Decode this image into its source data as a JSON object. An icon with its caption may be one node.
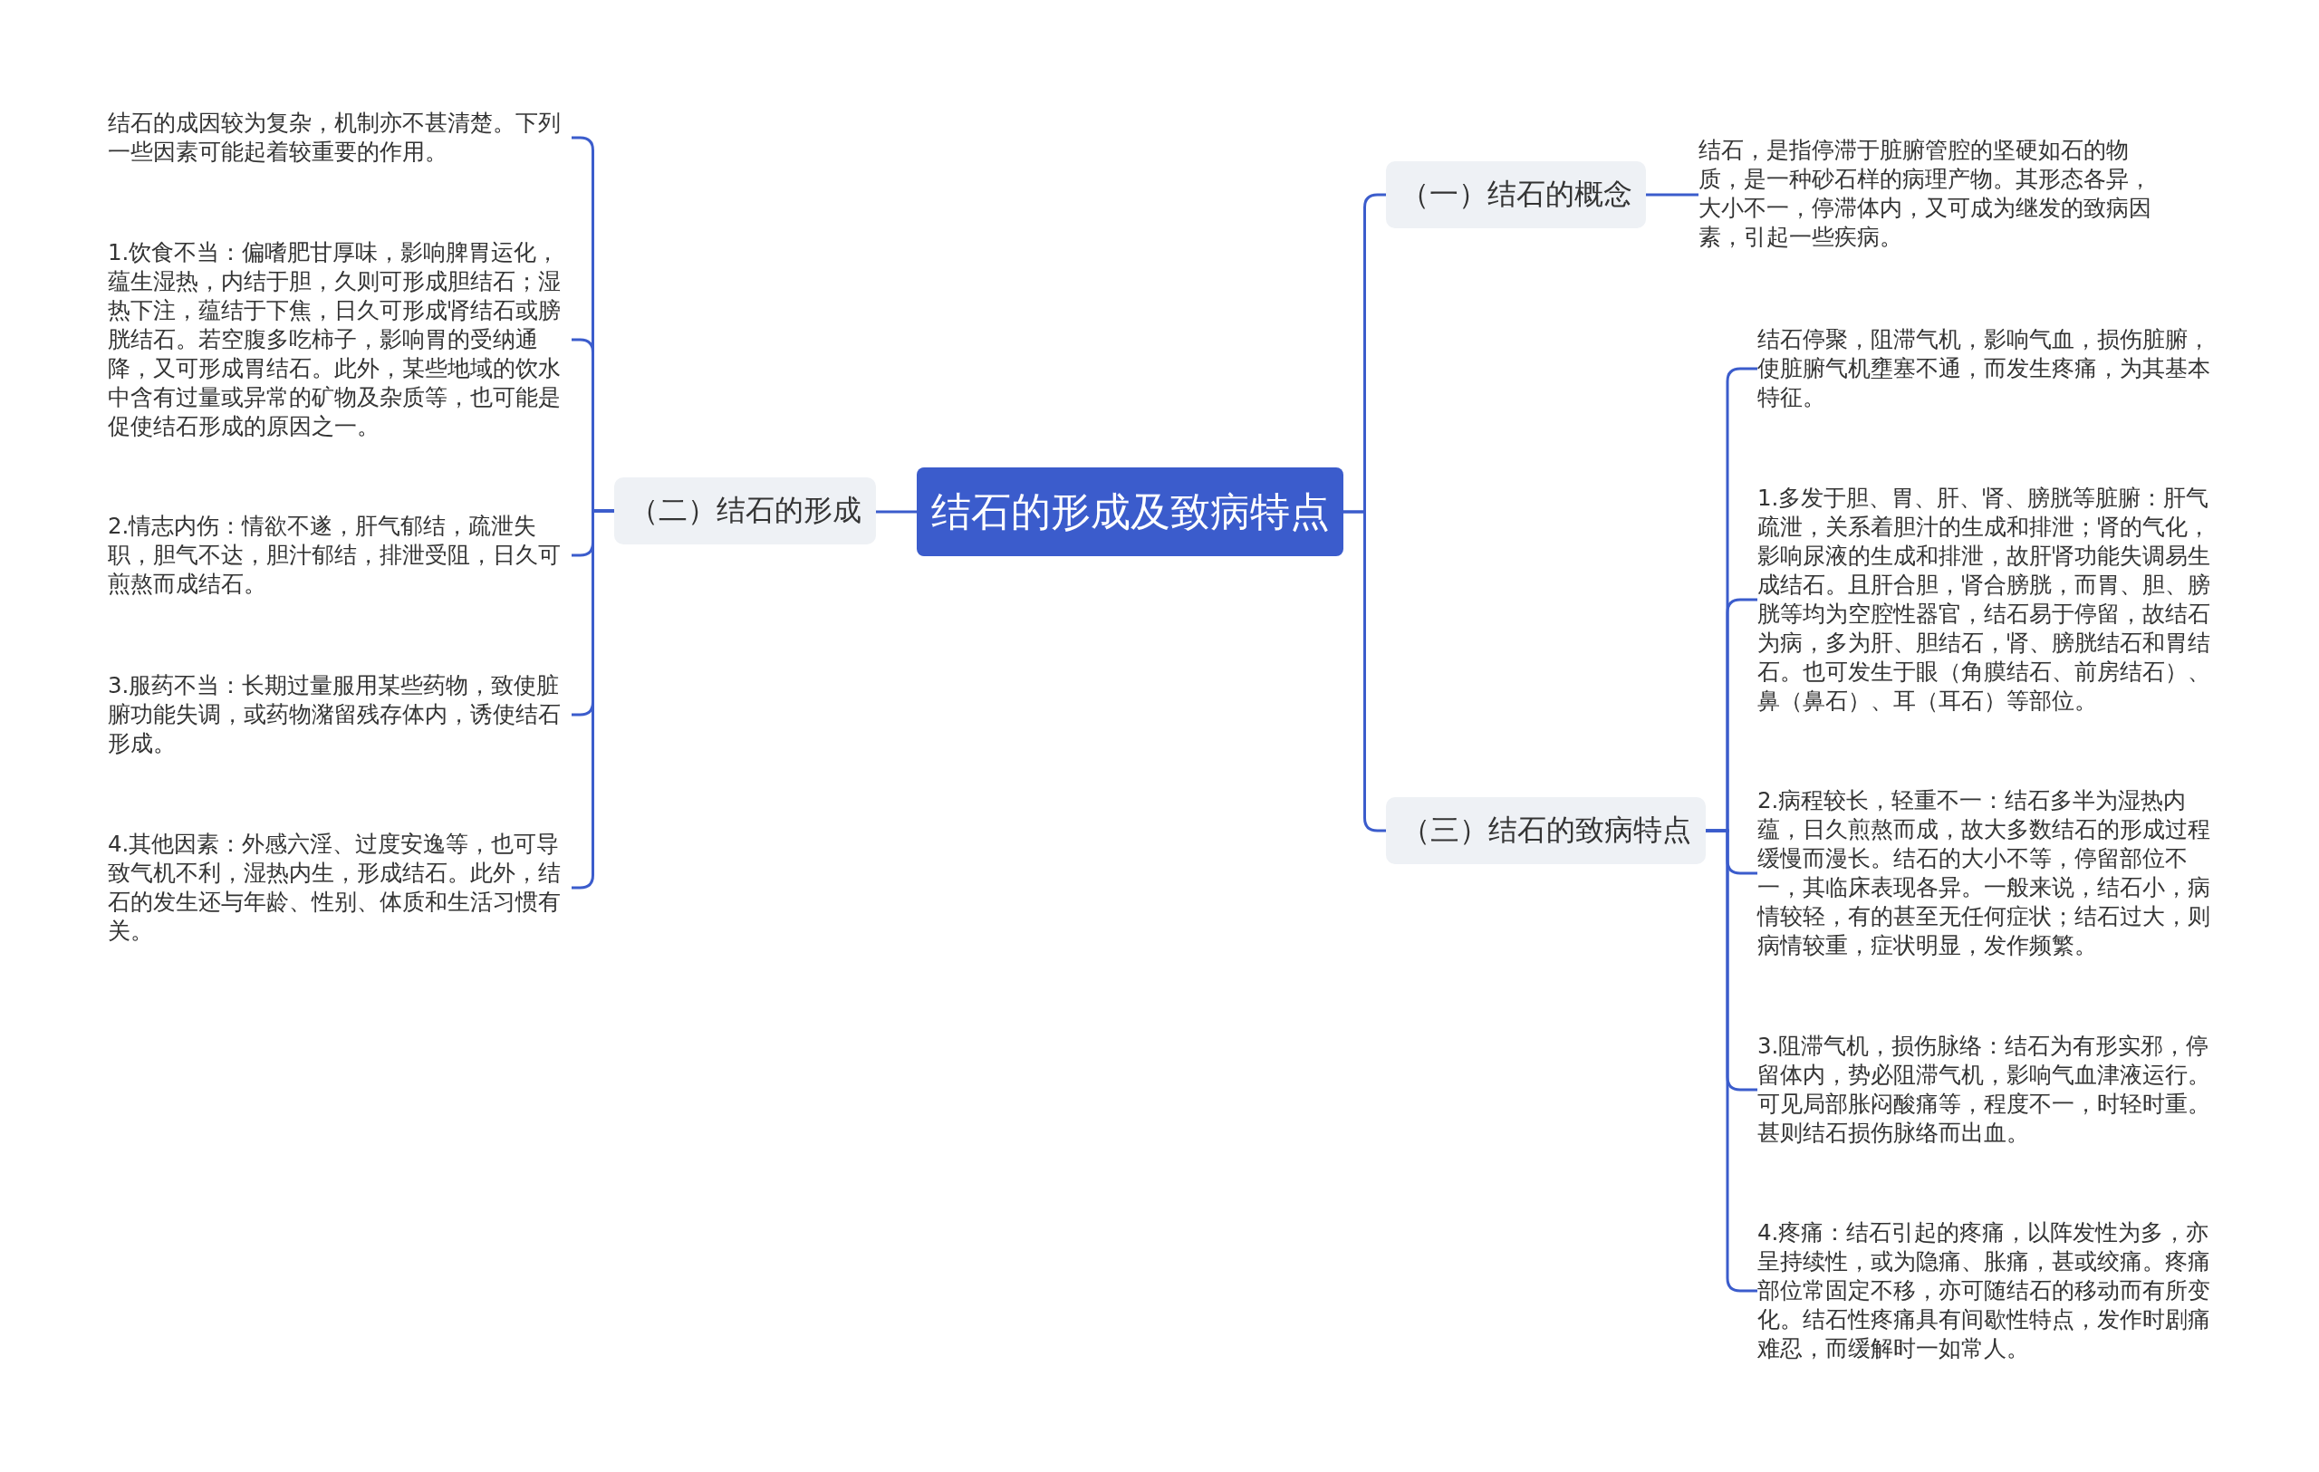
{
  "diagram": {
    "nodes": [
      {
        "text": [
          "结石的形成及致病特点"
        ]
      },
      {
        "text": [
          "（一）结石的概念"
        ]
      },
      {
        "text": [
          "结石，是指停滞于脏腑管腔的坚硬如石的物质，是一种砂石样的病理产物。其形态各异，大小不一，停滞体内，又可成为继发的致病因素，引起一些疾病。"
        ]
      },
      {
        "text": [
          "（二）结石的形成"
        ]
      },
      {
        "text": [
          "结石的成因较为复杂，机制亦不甚清楚。下列一些因素可能起着较重要的作用。"
        ]
      },
      {
        "text": [
          "1.饮食不当：偏嗜肥甘厚味，影响脾胃运化，蕴生湿热，内结于胆，久则可形成胆结石；湿热下注，蕴结于下焦，日久可形成肾结石或膀胱结石。若空腹多吃柿子，影响胃的受纳通降，又可形成胃结石。此外，某些地域的饮水中含有过量或异常的矿物及杂质等，也可能是促使结石形成的原因之一。"
        ]
      },
      {
        "text": [
          "2.情志内伤：情欲不遂，肝气郁结，疏泄失职，胆气不达，胆汁郁结，排泄受阻，日久可煎熬而成结石。"
        ]
      },
      {
        "text": [
          "3.服药不当：长期过量服用某些药物，致使脏腑功能失调，或药物潴留残存体内，诱使结石形成。"
        ]
      },
      {
        "text": [
          "4.其他因素：外感六淫、过度安逸等，也可导致气机不利，湿热内生，形成结石。此外，结石的发生还与年龄、性别、体质和生活习惯有关。"
        ]
      },
      {
        "text": [
          "（三）结石的致病特点"
        ]
      },
      {
        "text": [
          "结石停聚，阻滞气机，影响气血，损伤脏腑，使脏腑气机壅塞不通，而发生疼痛，为其基本特征。"
        ]
      },
      {
        "text": [
          "1.多发于胆、胃、肝、肾、膀胱等脏腑：肝气疏泄，关系着胆汁的生成和排泄；肾的气化，影响尿液的生成和排泄，故肝肾功能失调易生成结石。且肝合胆，肾合膀胱，而胃、胆、膀胱等均为空腔性器官，结石易于停留，故结石为病，多为肝、胆结石，肾、膀胱结石和胃结石。也可发生于眼（角膜结石、前房结石）、鼻（鼻石）、耳（耳石）等部位。"
        ]
      },
      {
        "text": [
          "2.病程较长，轻重不一：结石多半为湿热内蕴，日久煎熬而成，故大多数结石的形成过程缓慢而漫长。结石的大小不等，停留部位不一，其临床表现各异。一般来说，结石小，病情较轻，有的甚至无任何症状；结石过大，则病情较重，症状明显，发作频繁。"
        ]
      },
      {
        "text": [
          "3.阻滞气机，损伤脉络：结石为有形实邪，停留体内，势必阻滞气机，影响气血津液运行。可见局部胀闷酸痛等，程度不一，时轻时重。甚则结石损伤脉络而出血。"
        ]
      },
      {
        "text": [
          "4.疼痛：结石引起的疼痛，以阵发性为多，亦呈持续性，或为隐痛、胀痛，甚或绞痛。疼痛部位常固定不移，亦可随结石的移动而有所变化。结石性疼痛具有间歇性特点，发作时剧痛难忍，而缓解时一如常人。"
        ]
      }
    ],
    "edges": [
      {
        "from": 0,
        "to": 1,
        "arrow": "none"
      },
      {
        "from": 1,
        "to": 2,
        "arrow": "none"
      },
      {
        "from": 0,
        "to": 3,
        "arrow": "none"
      },
      {
        "from": 3,
        "to": 4,
        "arrow": "none"
      },
      {
        "from": 3,
        "to": 5,
        "arrow": "none"
      },
      {
        "from": 3,
        "to": 6,
        "arrow": "none"
      },
      {
        "from": 3,
        "to": 7,
        "arrow": "none"
      },
      {
        "from": 3,
        "to": 8,
        "arrow": "none"
      },
      {
        "from": 0,
        "to": 9,
        "arrow": "none"
      },
      {
        "from": 9,
        "to": 10,
        "arrow": "none"
      },
      {
        "from": 9,
        "to": 11,
        "arrow": "none"
      },
      {
        "from": 9,
        "to": 12,
        "arrow": "none"
      },
      {
        "from": 9,
        "to": 13,
        "arrow": "none"
      },
      {
        "from": 9,
        "to": 14,
        "arrow": "none"
      }
    ]
  }
}
